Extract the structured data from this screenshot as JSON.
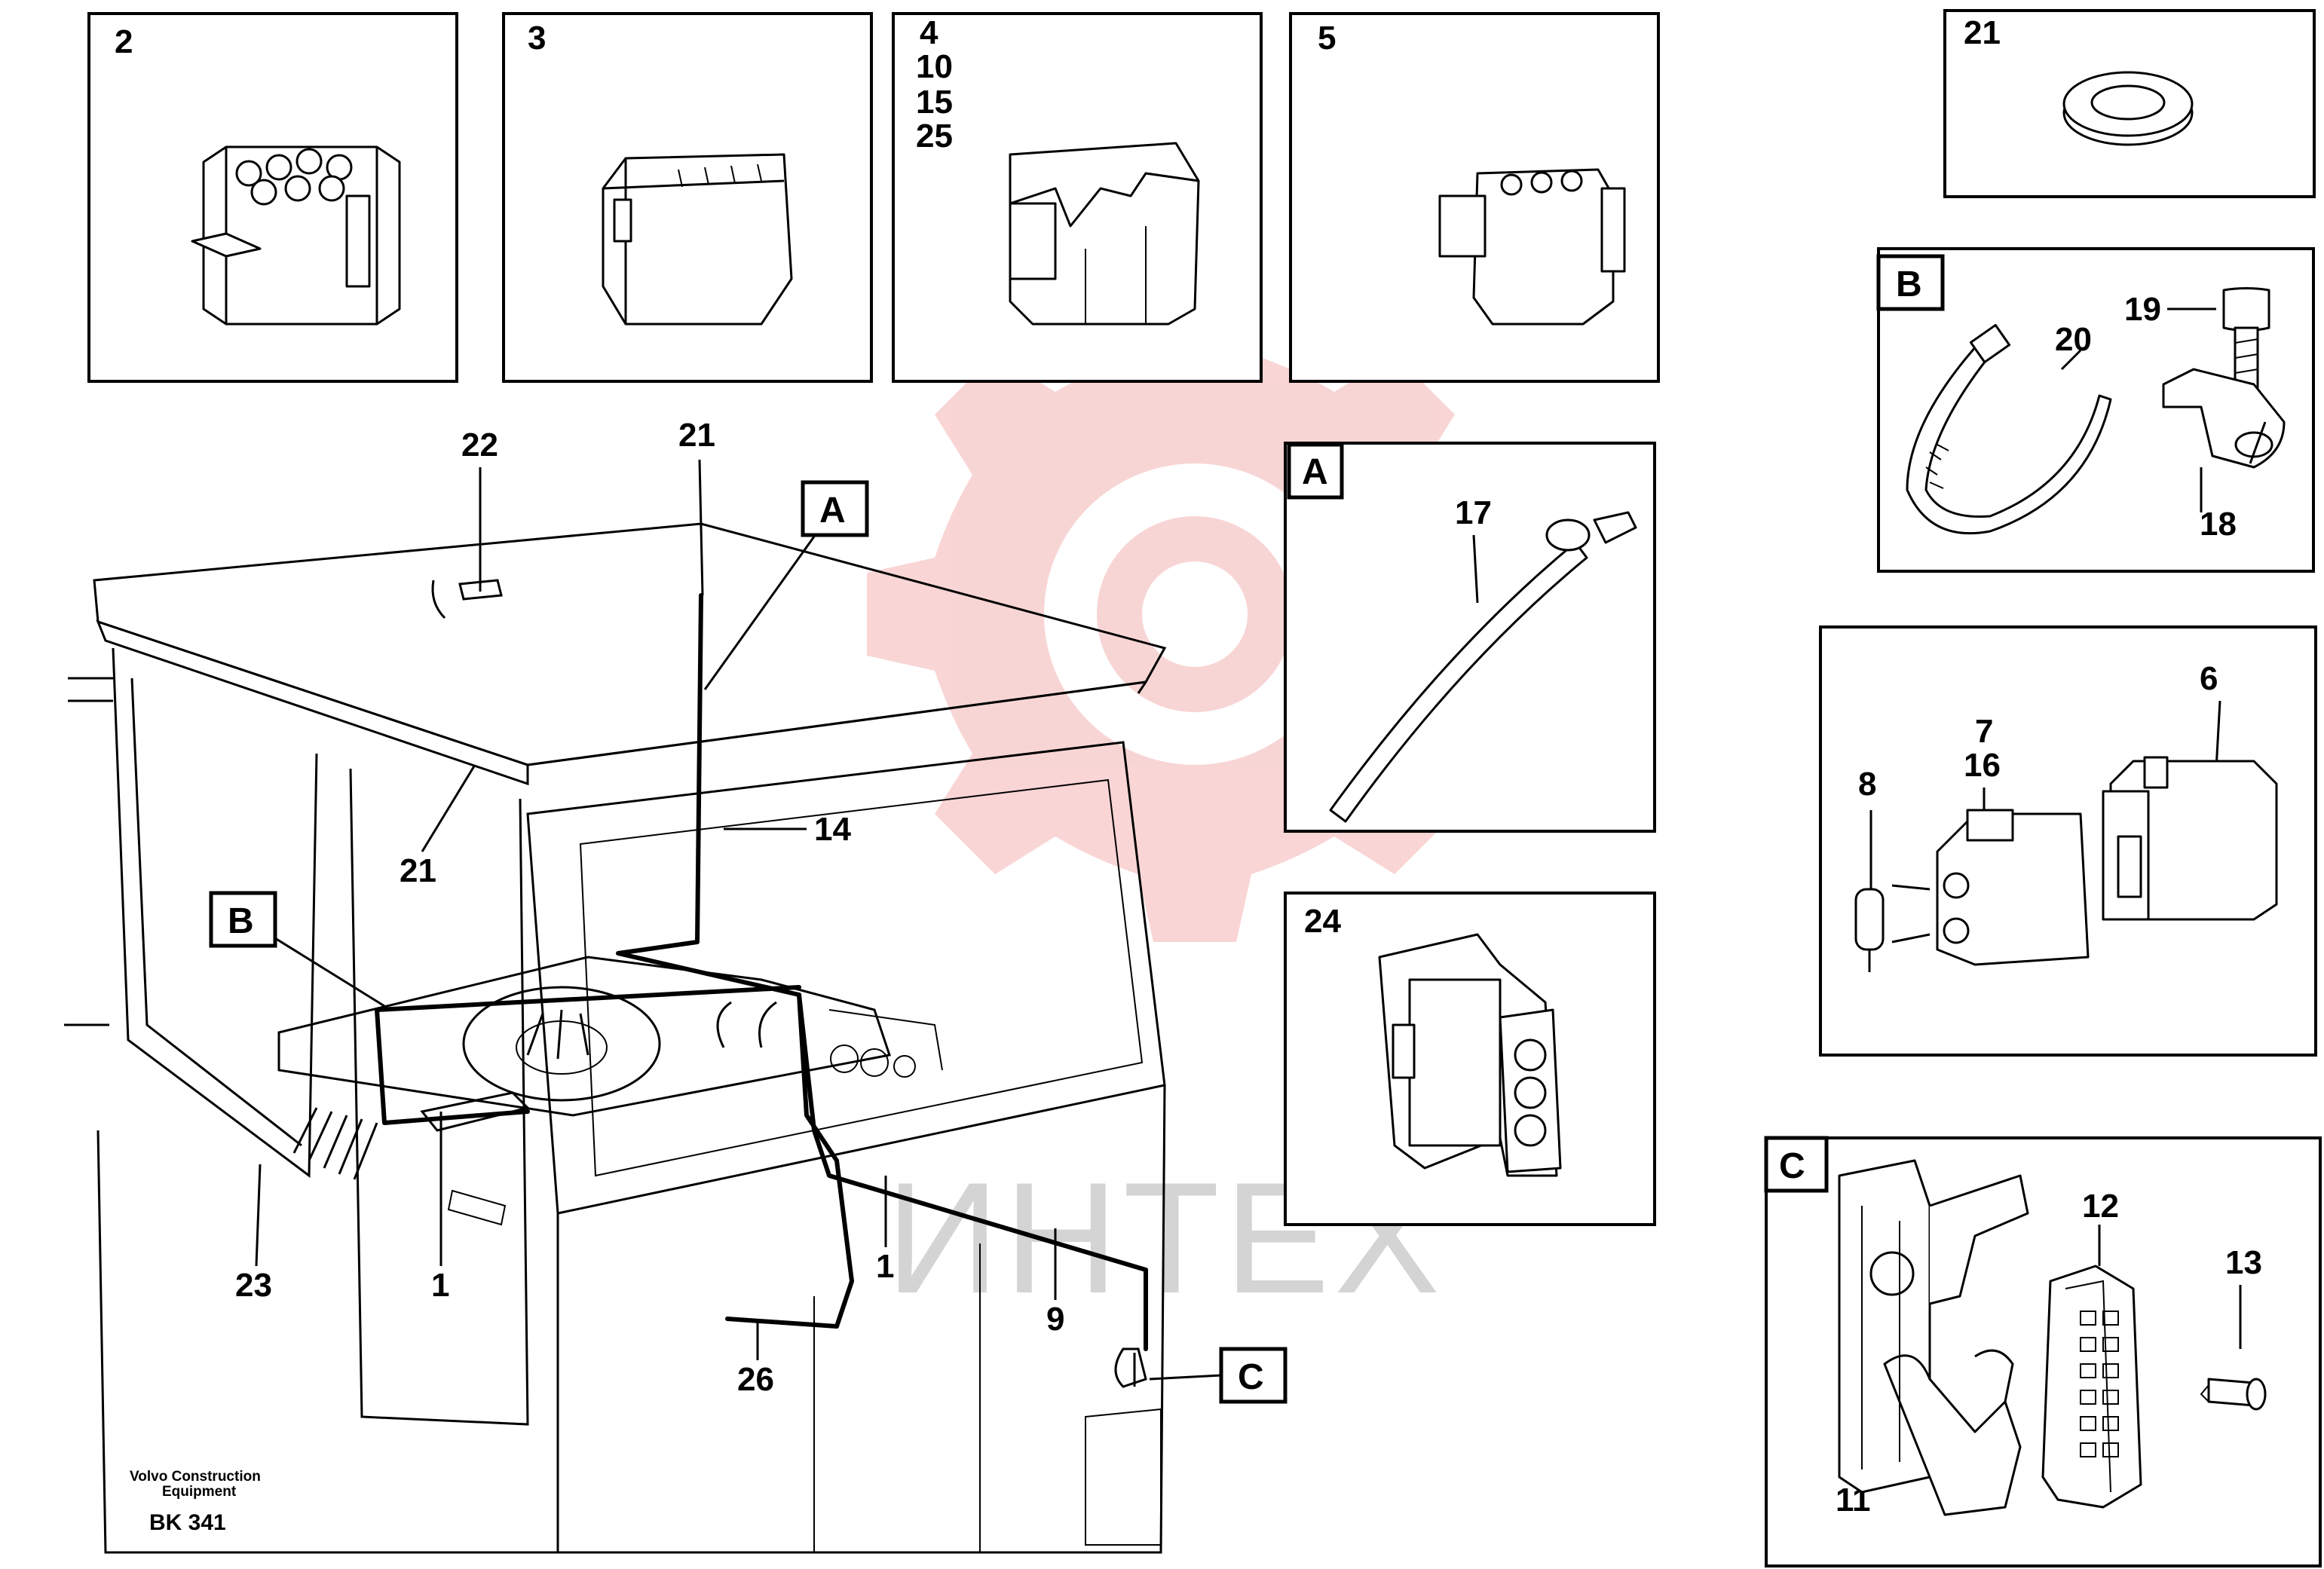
{
  "watermark": {
    "text": "ИНТЕХ",
    "color": "#f4b3b3"
  },
  "caption": {
    "maker_line1": "Volvo Construction",
    "maker_line2": "Equipment",
    "code": "BK 341"
  },
  "panels": {
    "p2": "2",
    "p3": "3",
    "p4": [
      "4",
      "10",
      "15",
      "25"
    ],
    "p5": "5",
    "p21": "21",
    "pB": {
      "tag": "B",
      "labels": [
        "19",
        "20",
        "18"
      ]
    },
    "pA": {
      "tag": "A",
      "labels": [
        "17"
      ]
    },
    "p24": "24",
    "p6": {
      "labels": [
        "6",
        "7",
        "16",
        "8"
      ]
    },
    "pC": {
      "tag": "C",
      "labels": [
        "12",
        "13",
        "11"
      ]
    }
  },
  "main": {
    "labels": [
      "22",
      "21",
      "21",
      "14",
      "23",
      "1",
      "1",
      "9",
      "26"
    ],
    "tags": [
      "A",
      "B",
      "C"
    ]
  }
}
